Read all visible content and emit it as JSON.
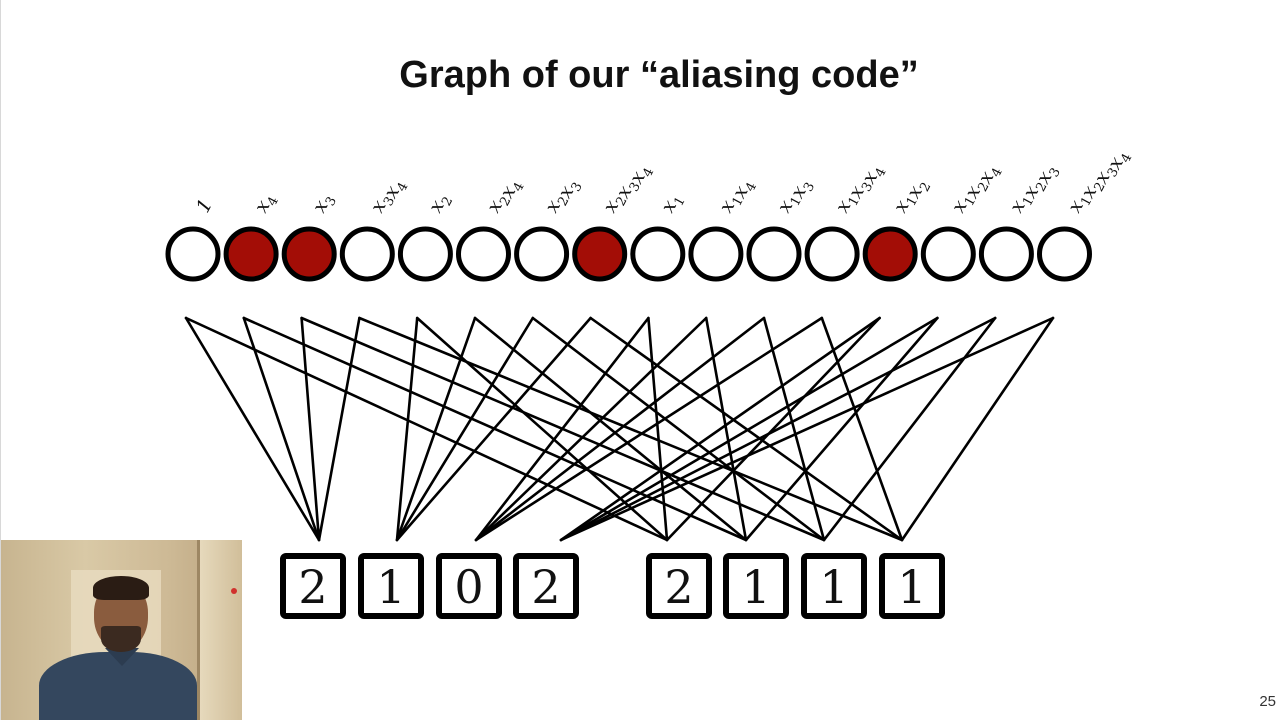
{
  "slide": {
    "title": "Graph of our “aliasing code”",
    "page_number": "25"
  },
  "colors": {
    "filled_node": "#a30d06",
    "empty_node": "#ffffff",
    "stroke": "#000000"
  },
  "variable_nodes": [
    {
      "label": "1",
      "filled": false
    },
    {
      "label": "x4",
      "filled": true
    },
    {
      "label": "x3",
      "filled": true
    },
    {
      "label": "x3x4",
      "filled": false
    },
    {
      "label": "x2",
      "filled": false
    },
    {
      "label": "x2x4",
      "filled": false
    },
    {
      "label": "x2x3",
      "filled": false
    },
    {
      "label": "x2x3x4",
      "filled": true
    },
    {
      "label": "x1",
      "filled": false
    },
    {
      "label": "x1x4",
      "filled": false
    },
    {
      "label": "x1x3",
      "filled": false
    },
    {
      "label": "x1x3x4",
      "filled": false
    },
    {
      "label": "x1x2",
      "filled": true
    },
    {
      "label": "x1x2x4",
      "filled": false
    },
    {
      "label": "x1x2x3",
      "filled": false
    },
    {
      "label": "x1x2x3x4",
      "filled": false
    }
  ],
  "check_boxes": [
    {
      "value": "2"
    },
    {
      "value": "1"
    },
    {
      "value": "0"
    },
    {
      "value": "2"
    },
    {
      "value": "2"
    },
    {
      "value": "1"
    },
    {
      "value": "1"
    },
    {
      "value": "1"
    }
  ],
  "edges": [
    [
      0,
      0
    ],
    [
      0,
      4
    ],
    [
      1,
      0
    ],
    [
      1,
      5
    ],
    [
      2,
      0
    ],
    [
      2,
      6
    ],
    [
      3,
      0
    ],
    [
      3,
      7
    ],
    [
      4,
      1
    ],
    [
      4,
      4
    ],
    [
      5,
      1
    ],
    [
      5,
      5
    ],
    [
      6,
      1
    ],
    [
      6,
      6
    ],
    [
      7,
      1
    ],
    [
      7,
      7
    ],
    [
      8,
      2
    ],
    [
      8,
      4
    ],
    [
      9,
      2
    ],
    [
      9,
      5
    ],
    [
      10,
      2
    ],
    [
      10,
      6
    ],
    [
      11,
      2
    ],
    [
      11,
      7
    ],
    [
      12,
      3
    ],
    [
      12,
      4
    ],
    [
      13,
      3
    ],
    [
      13,
      5
    ],
    [
      14,
      3
    ],
    [
      14,
      6
    ],
    [
      15,
      3
    ],
    [
      15,
      7
    ]
  ],
  "presenter_webcam": {
    "description_icon": "person-video-icon"
  }
}
